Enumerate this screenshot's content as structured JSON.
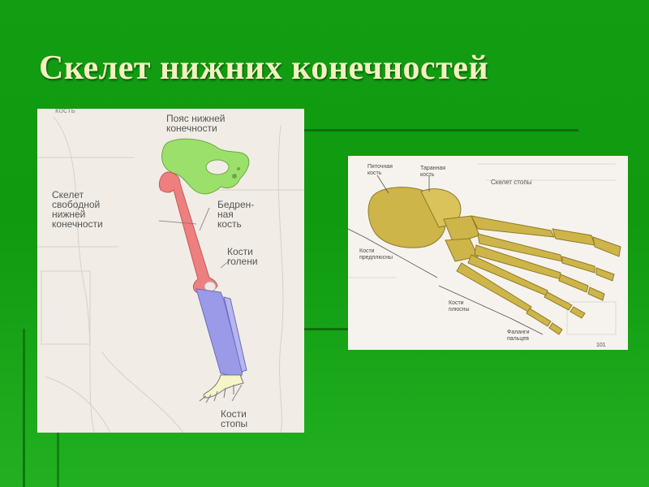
{
  "slide": {
    "title": "Скелет нижних конечностей"
  },
  "leg_figure": {
    "label_ghost_top": "кость",
    "label_pelvic_girdle": [
      "Пояс нижней",
      "конечности"
    ],
    "label_free_limb": [
      "Скелет",
      "свободной",
      "нижней",
      "конечности"
    ],
    "label_femur": [
      "Бедрен-",
      "ная",
      "кость"
    ],
    "label_shin_bones": [
      "Кости",
      "голени"
    ],
    "label_foot_bones": [
      "Кости",
      "стопы"
    ],
    "colors": {
      "pelvis": "#9be06a",
      "femur": "#ee7f7f",
      "shin": "#9a9ae8",
      "foot": "#f5f5c8"
    }
  },
  "foot_figure": {
    "label_calcaneus": [
      "Пяточная",
      "кость"
    ],
    "label_talus": [
      "Таранная",
      "кость"
    ],
    "label_skeleton": "Скелет стопы",
    "label_tarsus": [
      "Кости",
      "предплюсны"
    ],
    "label_metatarsus": [
      "Кости",
      "плюсны"
    ],
    "label_phalanges": [
      "Фаланги",
      "пальцев"
    ],
    "page_number": "101",
    "colors": {
      "bone": "#cdb54a",
      "bone_dark": "#8f7a24"
    }
  }
}
